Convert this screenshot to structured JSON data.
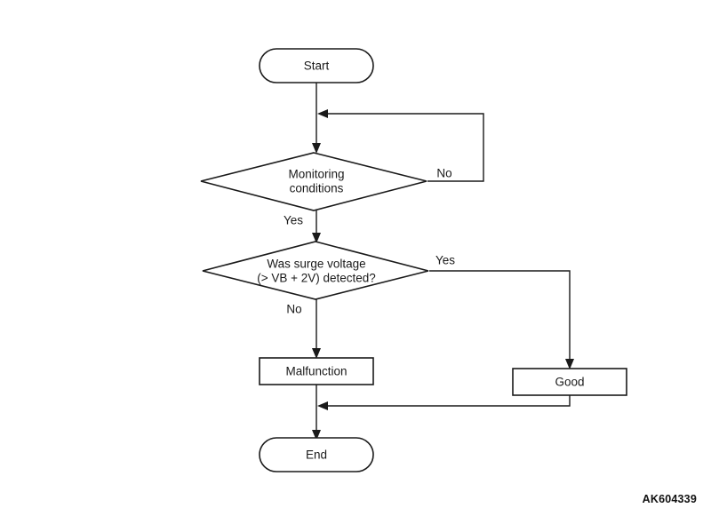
{
  "diagram": {
    "title_code": "AK604339",
    "nodes": {
      "start": {
        "label": "Start",
        "type": "terminator"
      },
      "decision_monitoring": {
        "label_line1": "Monitoring",
        "label_line2": "conditions",
        "type": "decision"
      },
      "decision_surge": {
        "label_line1": "Was surge voltage",
        "label_line2": "(> VB + 2V) detected?",
        "type": "decision"
      },
      "malfunction": {
        "label": "Malfunction",
        "type": "process"
      },
      "good": {
        "label": "Good",
        "type": "process"
      },
      "end": {
        "label": "End",
        "type": "terminator"
      }
    },
    "branches": {
      "monitoring_no": "No",
      "monitoring_yes": "Yes",
      "surge_yes": "Yes",
      "surge_no": "No"
    },
    "colors": {
      "stroke": "#1a1a1a",
      "fill": "#ffffff",
      "background": "#ffffff"
    }
  }
}
